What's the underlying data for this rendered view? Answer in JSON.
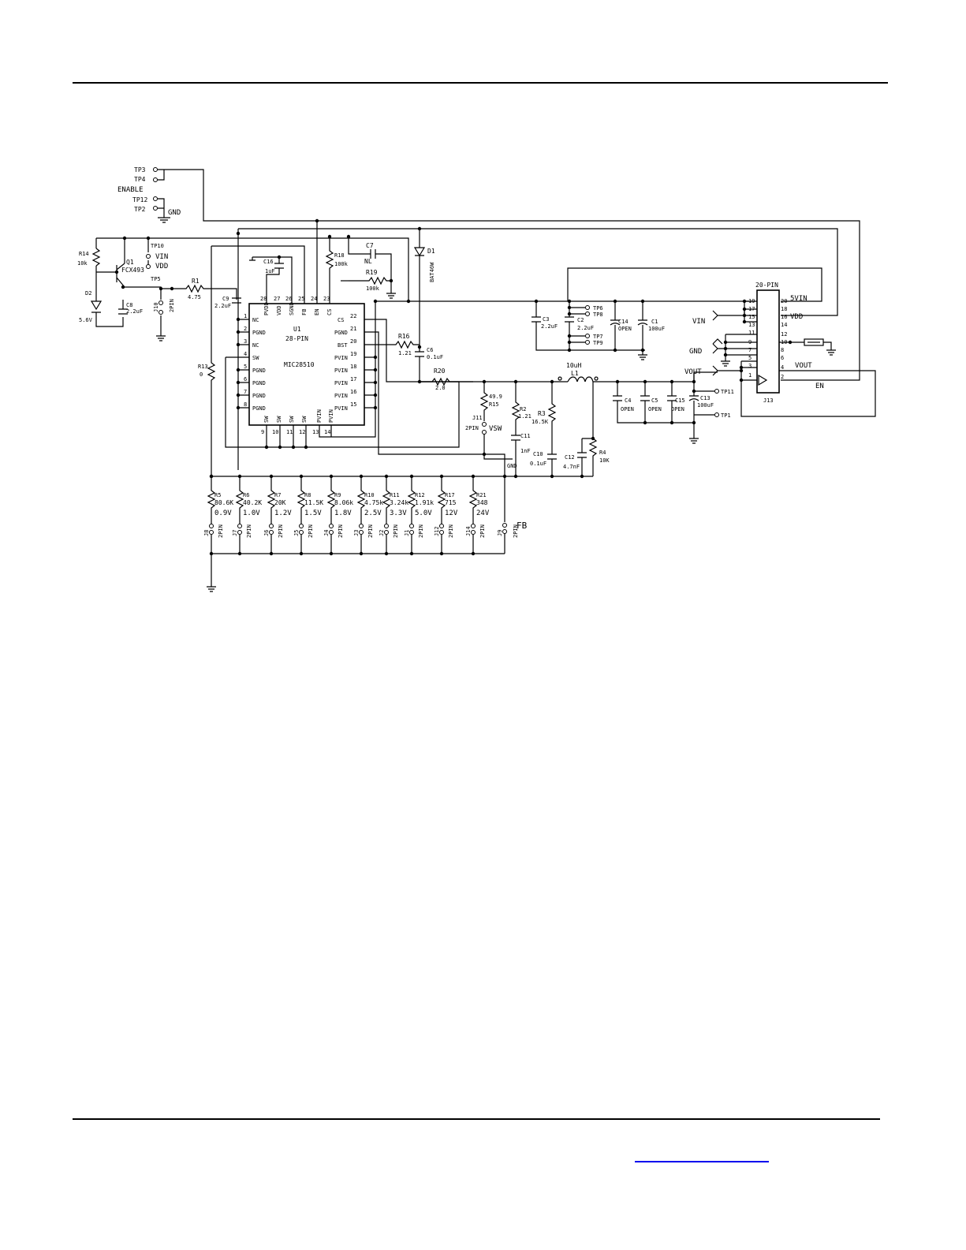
{
  "enable_block": {
    "tp3": "TP3",
    "tp4": "TP4",
    "enable": "ENABLE",
    "tp12": "TP12",
    "tp2": "TP2",
    "gnd": "GND"
  },
  "vdd_block": {
    "r14": "R14",
    "r14_val": "10k",
    "q1": "Q1",
    "q1_part": "FCX493",
    "tp10": "TP10",
    "vin": "VIN",
    "vdd": "VDD",
    "tp5": "TP5",
    "d2": "D2",
    "d2_val": "5.6V",
    "c8": "C8",
    "c8_val": "2.2uF",
    "j10": "J10",
    "j10_pin": "2PIN",
    "r1": "R1",
    "r1_val": "4.75",
    "c9": "C9",
    "c9_val": "2.2uF",
    "r13": "R13",
    "r13_val": "0"
  },
  "top_parts": {
    "c16": "C16",
    "c16_val": "1uF",
    "r18": "R18",
    "r18_val": "100k",
    "c7": "C7",
    "c7_val": "NL",
    "r19": "R19",
    "r19_val": "100k",
    "d1": "D1",
    "d1_part": "BAT46W"
  },
  "ic": {
    "ref": "U1",
    "package": "28-PIN",
    "part": "MIC28510",
    "left_pins": [
      "NC",
      "PGND",
      "NC",
      "SW",
      "PGND",
      "PGND",
      "PGND",
      "PGND"
    ],
    "left_nums": [
      "1",
      "2",
      "3",
      "4",
      "5",
      "6",
      "7",
      "8"
    ],
    "top_pins": [
      "PVDD",
      "VDD",
      "SGND",
      "FB",
      "EN",
      "CS"
    ],
    "top_nums": [
      "28",
      "27",
      "26",
      "25",
      "24",
      "23"
    ],
    "right_pins": [
      "CS",
      "PGND",
      "BST",
      "PVIN",
      "PVIN",
      "PVIN",
      "PVIN",
      "PVIN"
    ],
    "right_nums": [
      "22",
      "21",
      "20",
      "19",
      "18",
      "17",
      "16",
      "15"
    ],
    "bottom_pins": [
      "SW",
      "SW",
      "SW",
      "SW",
      "PVIN",
      "PVIN"
    ],
    "bottom_nums": [
      "9",
      "10",
      "11",
      "12",
      "13",
      "14"
    ]
  },
  "mid_parts": {
    "r16": "R16",
    "r16_val": "1.21",
    "c6": "C6",
    "c6_val": "0.1uF",
    "r20": "R20",
    "r20_val": "2.0",
    "r15": "R15",
    "r15_val": "49.9",
    "j11": "J11",
    "j11_pin": "2PIN",
    "vsw": "VSW",
    "r2": "R2",
    "r2_val": "1.21",
    "c11": "C11",
    "c11_val": "1nF",
    "gnd_small": "GND",
    "r3": "R3",
    "r3_val": "16.5K",
    "c10": "C10",
    "c10_val": "0.1uF",
    "c12": "C12",
    "c12_val": "4.7nF",
    "r4": "R4",
    "r4_val": "10K",
    "l1": "L1",
    "l1_val": "10uH"
  },
  "input_caps": {
    "c3": "C3",
    "c3_val": "2.2uF",
    "c2": "C2",
    "c2_val": "2.2uF",
    "tp6": "TP6",
    "tp8": "TP8",
    "tp7": "TP7",
    "tp9": "TP9",
    "c14": "C14",
    "c14_val": "OPEN",
    "c1": "C1",
    "c1_val": "100uF"
  },
  "output_caps": {
    "c4": "C4",
    "c4_val": "OPEN",
    "c5": "C5",
    "c5_val": "OPEN",
    "c15": "C15",
    "c15_val": "OPEN",
    "c13": "C13",
    "c13_val": "100uF",
    "tp11": "TP11",
    "tp1": "TP1"
  },
  "connector": {
    "header": "20-PIN",
    "ref": "J13",
    "vin": "VIN",
    "gnd": "GND",
    "vout": "VOUT",
    "sig_5vin": "5VIN",
    "sig_vdd": "VDD",
    "sig_vout": "VOUT",
    "sig_en": "EN",
    "left_nums": [
      "19",
      "17",
      "15",
      "13",
      "11",
      "9",
      "7",
      "5",
      "3",
      "1"
    ],
    "right_nums": [
      "20",
      "18",
      "16",
      "14",
      "12",
      "10",
      "8",
      "6",
      "4",
      "2"
    ]
  },
  "fb_network": {
    "resistors": [
      {
        "ref": "R5",
        "val": "80.6K",
        "volt": "0.9V",
        "jumper": "J8"
      },
      {
        "ref": "R6",
        "val": "40.2K",
        "volt": "1.0V",
        "jumper": "J7"
      },
      {
        "ref": "R7",
        "val": "20K",
        "volt": "1.2V",
        "jumper": "J6"
      },
      {
        "ref": "R8",
        "val": "11.5K",
        "volt": "1.5V",
        "jumper": "J5"
      },
      {
        "ref": "R9",
        "val": "8.06k",
        "volt": "1.8V",
        "jumper": "J4"
      },
      {
        "ref": "R10",
        "val": "4.75k",
        "volt": "2.5V",
        "jumper": "J3"
      },
      {
        "ref": "R11",
        "val": "3.24k",
        "volt": "3.3V",
        "jumper": "J2"
      },
      {
        "ref": "R12",
        "val": "1.91k",
        "volt": "5.0V",
        "jumper": "J1"
      },
      {
        "ref": "R17",
        "val": "715",
        "volt": "12V",
        "jumper": "J12"
      },
      {
        "ref": "R21",
        "val": "348",
        "volt": "24V",
        "jumper": "J14"
      }
    ],
    "pin_label": "2PIN",
    "fb_jumper": "J9",
    "fb": "FB"
  }
}
